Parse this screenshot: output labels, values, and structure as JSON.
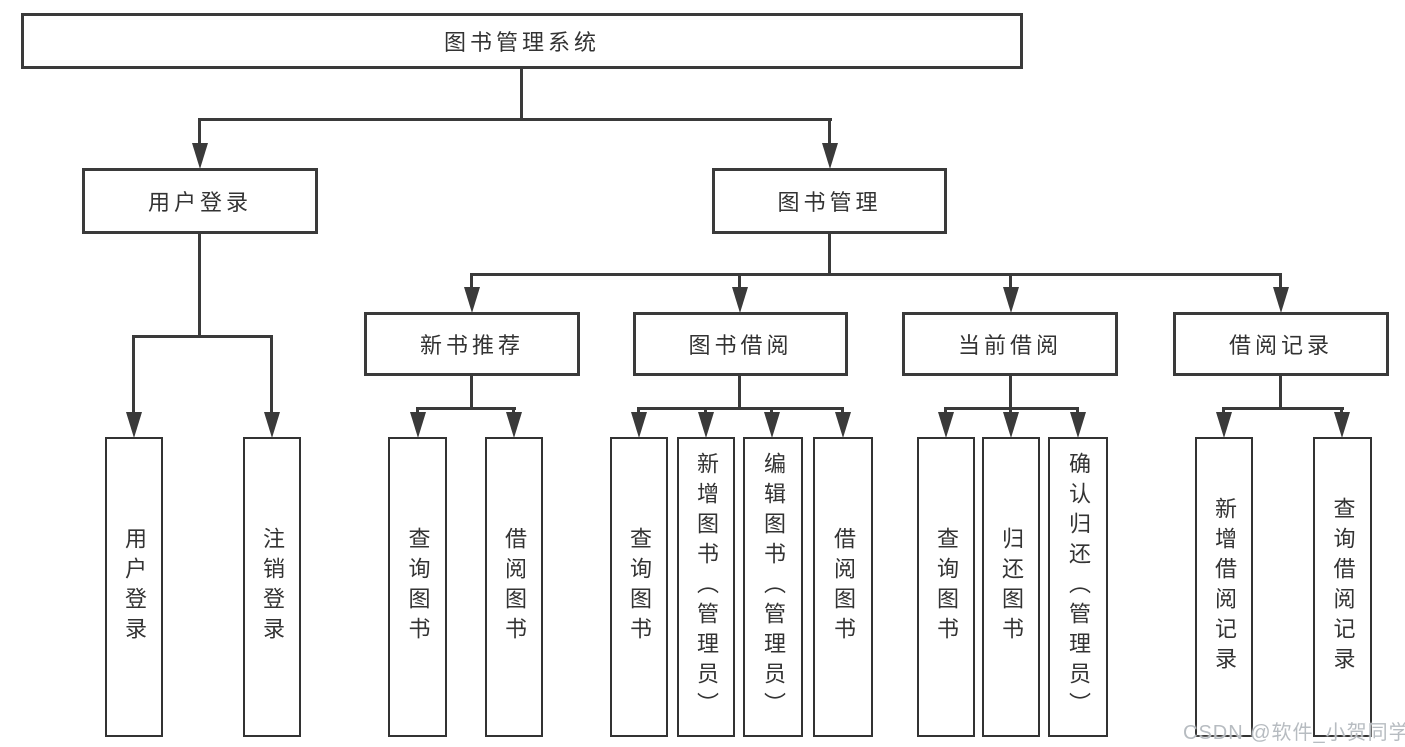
{
  "tree": {
    "root": {
      "label": "图书管理系统"
    },
    "branches": [
      {
        "label": "用户登录",
        "children": [
          {
            "label": "用户登录"
          },
          {
            "label": "注销登录"
          }
        ]
      },
      {
        "label": "图书管理",
        "children": [
          {
            "label": "新书推荐",
            "children": [
              {
                "label": "查询图书"
              },
              {
                "label": "借阅图书"
              }
            ]
          },
          {
            "label": "图书借阅",
            "children": [
              {
                "label": "查询图书"
              },
              {
                "label": "新增图书（管理员）"
              },
              {
                "label": "编辑图书（管理员）"
              },
              {
                "label": "借阅图书"
              }
            ]
          },
          {
            "label": "当前借阅",
            "children": [
              {
                "label": "查询图书"
              },
              {
                "label": "归还图书"
              },
              {
                "label": "确认归还（管理员）"
              }
            ]
          },
          {
            "label": "借阅记录",
            "children": [
              {
                "label": "新增借阅记录"
              },
              {
                "label": "查询借阅记录"
              }
            ]
          }
        ]
      }
    ]
  },
  "watermark": {
    "label": "CSDN @软件_小贺同学"
  },
  "colors": {
    "line": "#3a3a3a",
    "text": "#333333",
    "box_background": "#ffffff",
    "watermark": "#b7bcc1",
    "background": "#ffffff"
  }
}
